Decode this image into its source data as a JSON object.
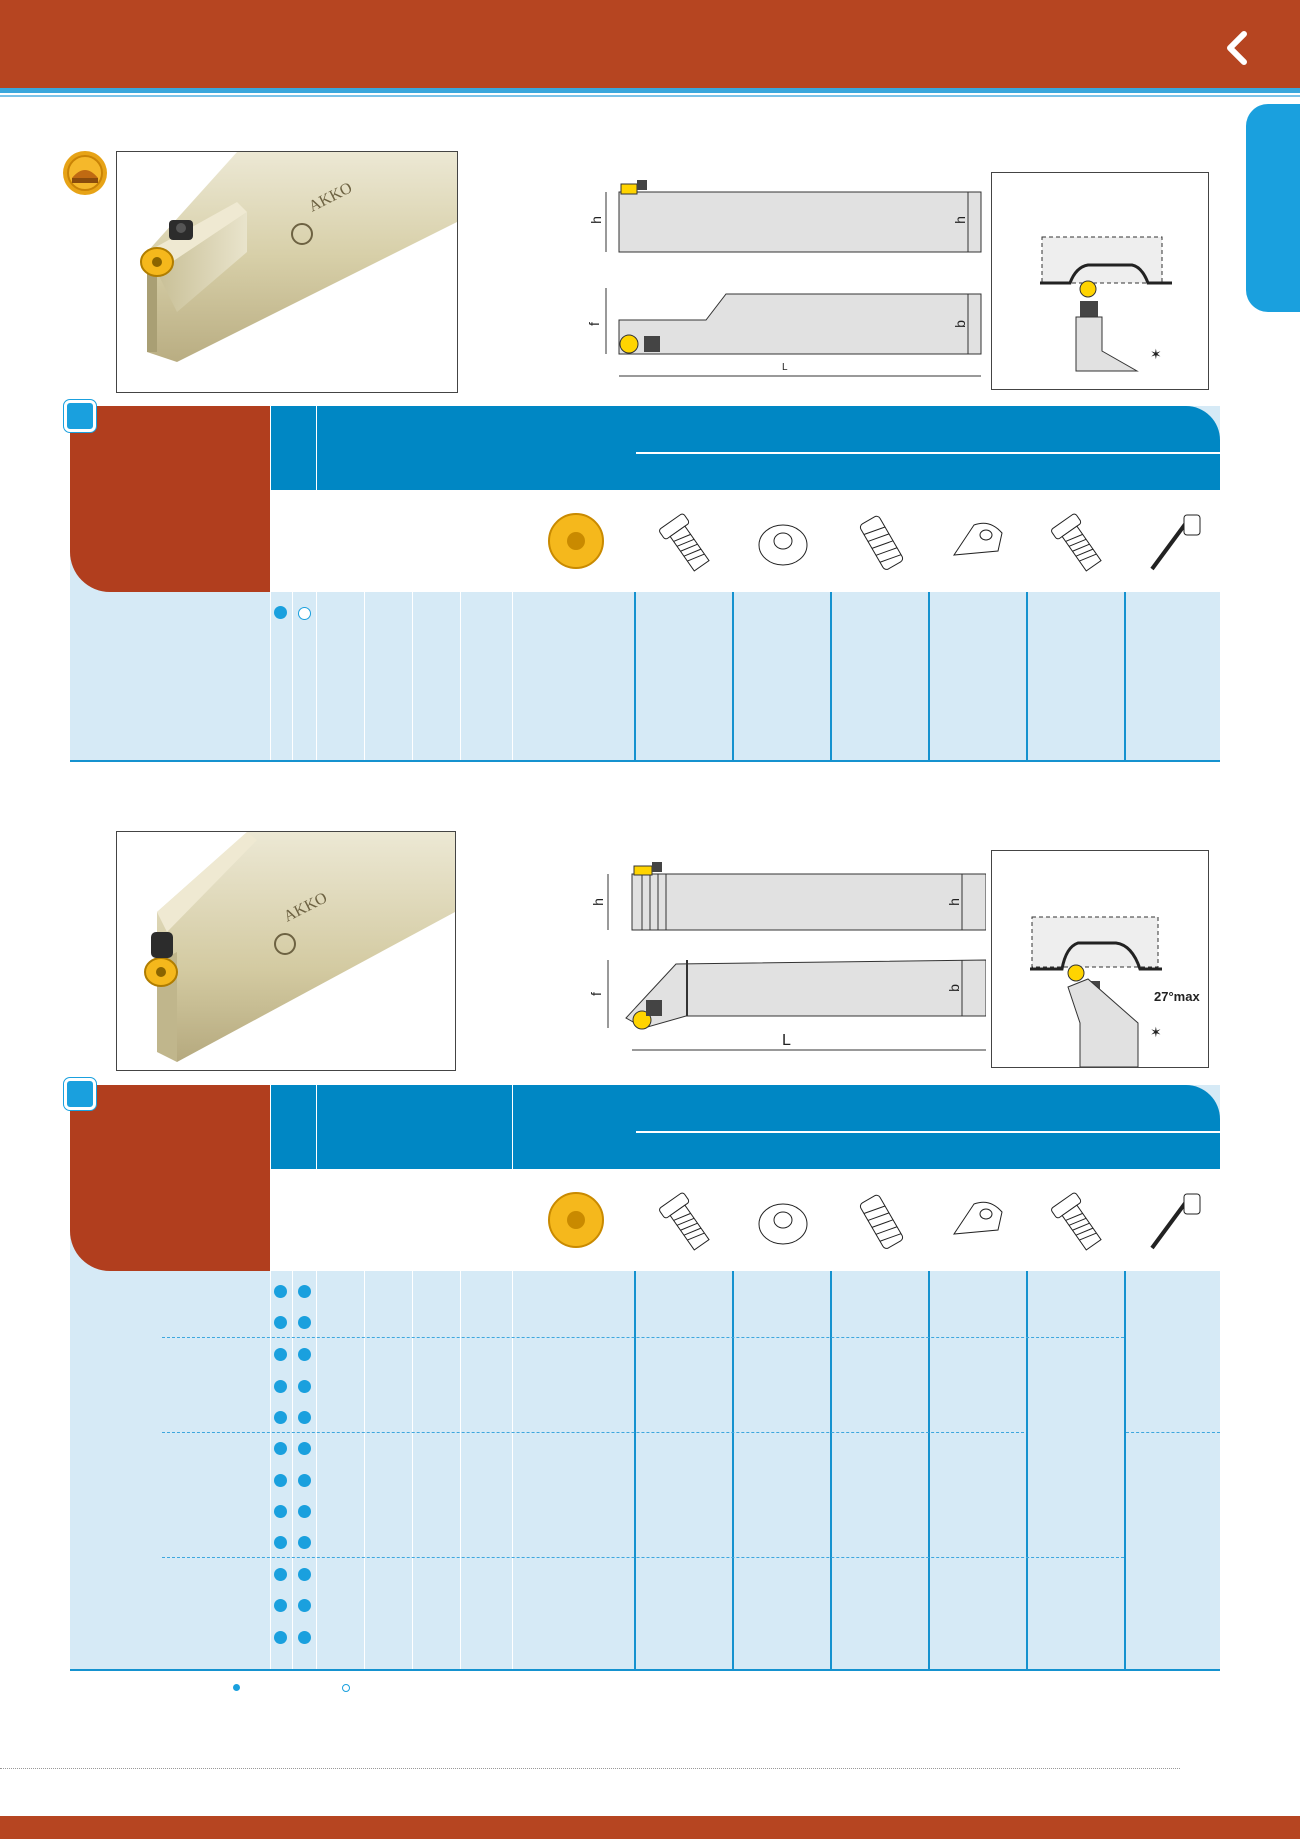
{
  "diagram_labels": {
    "h": "h",
    "f": "f",
    "b": "b",
    "L": "L",
    "angle": "27°max"
  },
  "photo_brand": "AKKO",
  "tables": [
    {
      "id": "table-1",
      "rows": [
        {
          "right": true,
          "left": false
        }
      ]
    },
    {
      "id": "table-2",
      "rows": [
        {
          "right": true,
          "left": true
        },
        {
          "right": true,
          "left": true
        },
        {
          "right": true,
          "left": true
        },
        {
          "right": true,
          "left": true
        },
        {
          "right": true,
          "left": true
        },
        {
          "right": true,
          "left": true
        },
        {
          "right": true,
          "left": true
        },
        {
          "right": true,
          "left": true
        },
        {
          "right": true,
          "left": true
        },
        {
          "right": true,
          "left": true
        },
        {
          "right": true,
          "left": true
        },
        {
          "right": true,
          "left": true
        }
      ]
    }
  ],
  "icons": [
    "insert-icon",
    "clamp-screw-icon",
    "shim-icon",
    "shim-screw-icon",
    "clamp-icon",
    "screw-icon",
    "torx-key-icon"
  ],
  "colors": {
    "brand_red": "#b64521",
    "accent_blue": "#0087c4",
    "table_bg": "#d6eaf6"
  }
}
